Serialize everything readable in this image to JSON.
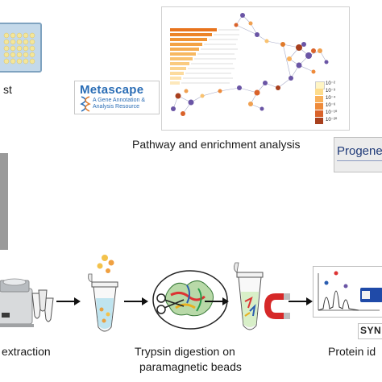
{
  "labels": {
    "top_left_fragment": "st",
    "pathway_caption": "Pathway and enrichment analysis",
    "extraction": "extraction",
    "trypsin_line1": "Trypsin digestion on",
    "trypsin_line2": "paramagnetic beads",
    "protein_fragment": "Protein id",
    "syn_fragment": "SYN"
  },
  "metascape": {
    "name": "Metascape",
    "subtitle_line1": "A Gene Annotation &",
    "subtitle_line2": "Analysis Resource"
  },
  "progenesis": {
    "name": "Progenes"
  },
  "legend": {
    "ticks": [
      "10⁻²",
      "10⁻³",
      "10⁻⁴",
      "10⁻⁶",
      "10⁻¹⁰",
      "10⁻²⁰"
    ],
    "colors": [
      "#fff5c4",
      "#fddc8c",
      "#f9b05a",
      "#ee8a3a",
      "#d9622a",
      "#a8401e"
    ]
  },
  "colors": {
    "metascape_blue": "#2a6db5",
    "progenesis_navy": "#1f3a78",
    "bar_orange": "#f0a050",
    "network_purple": "#6a55a5",
    "magnet_red": "#d62828",
    "tube_yellow": "#f3c24b"
  }
}
